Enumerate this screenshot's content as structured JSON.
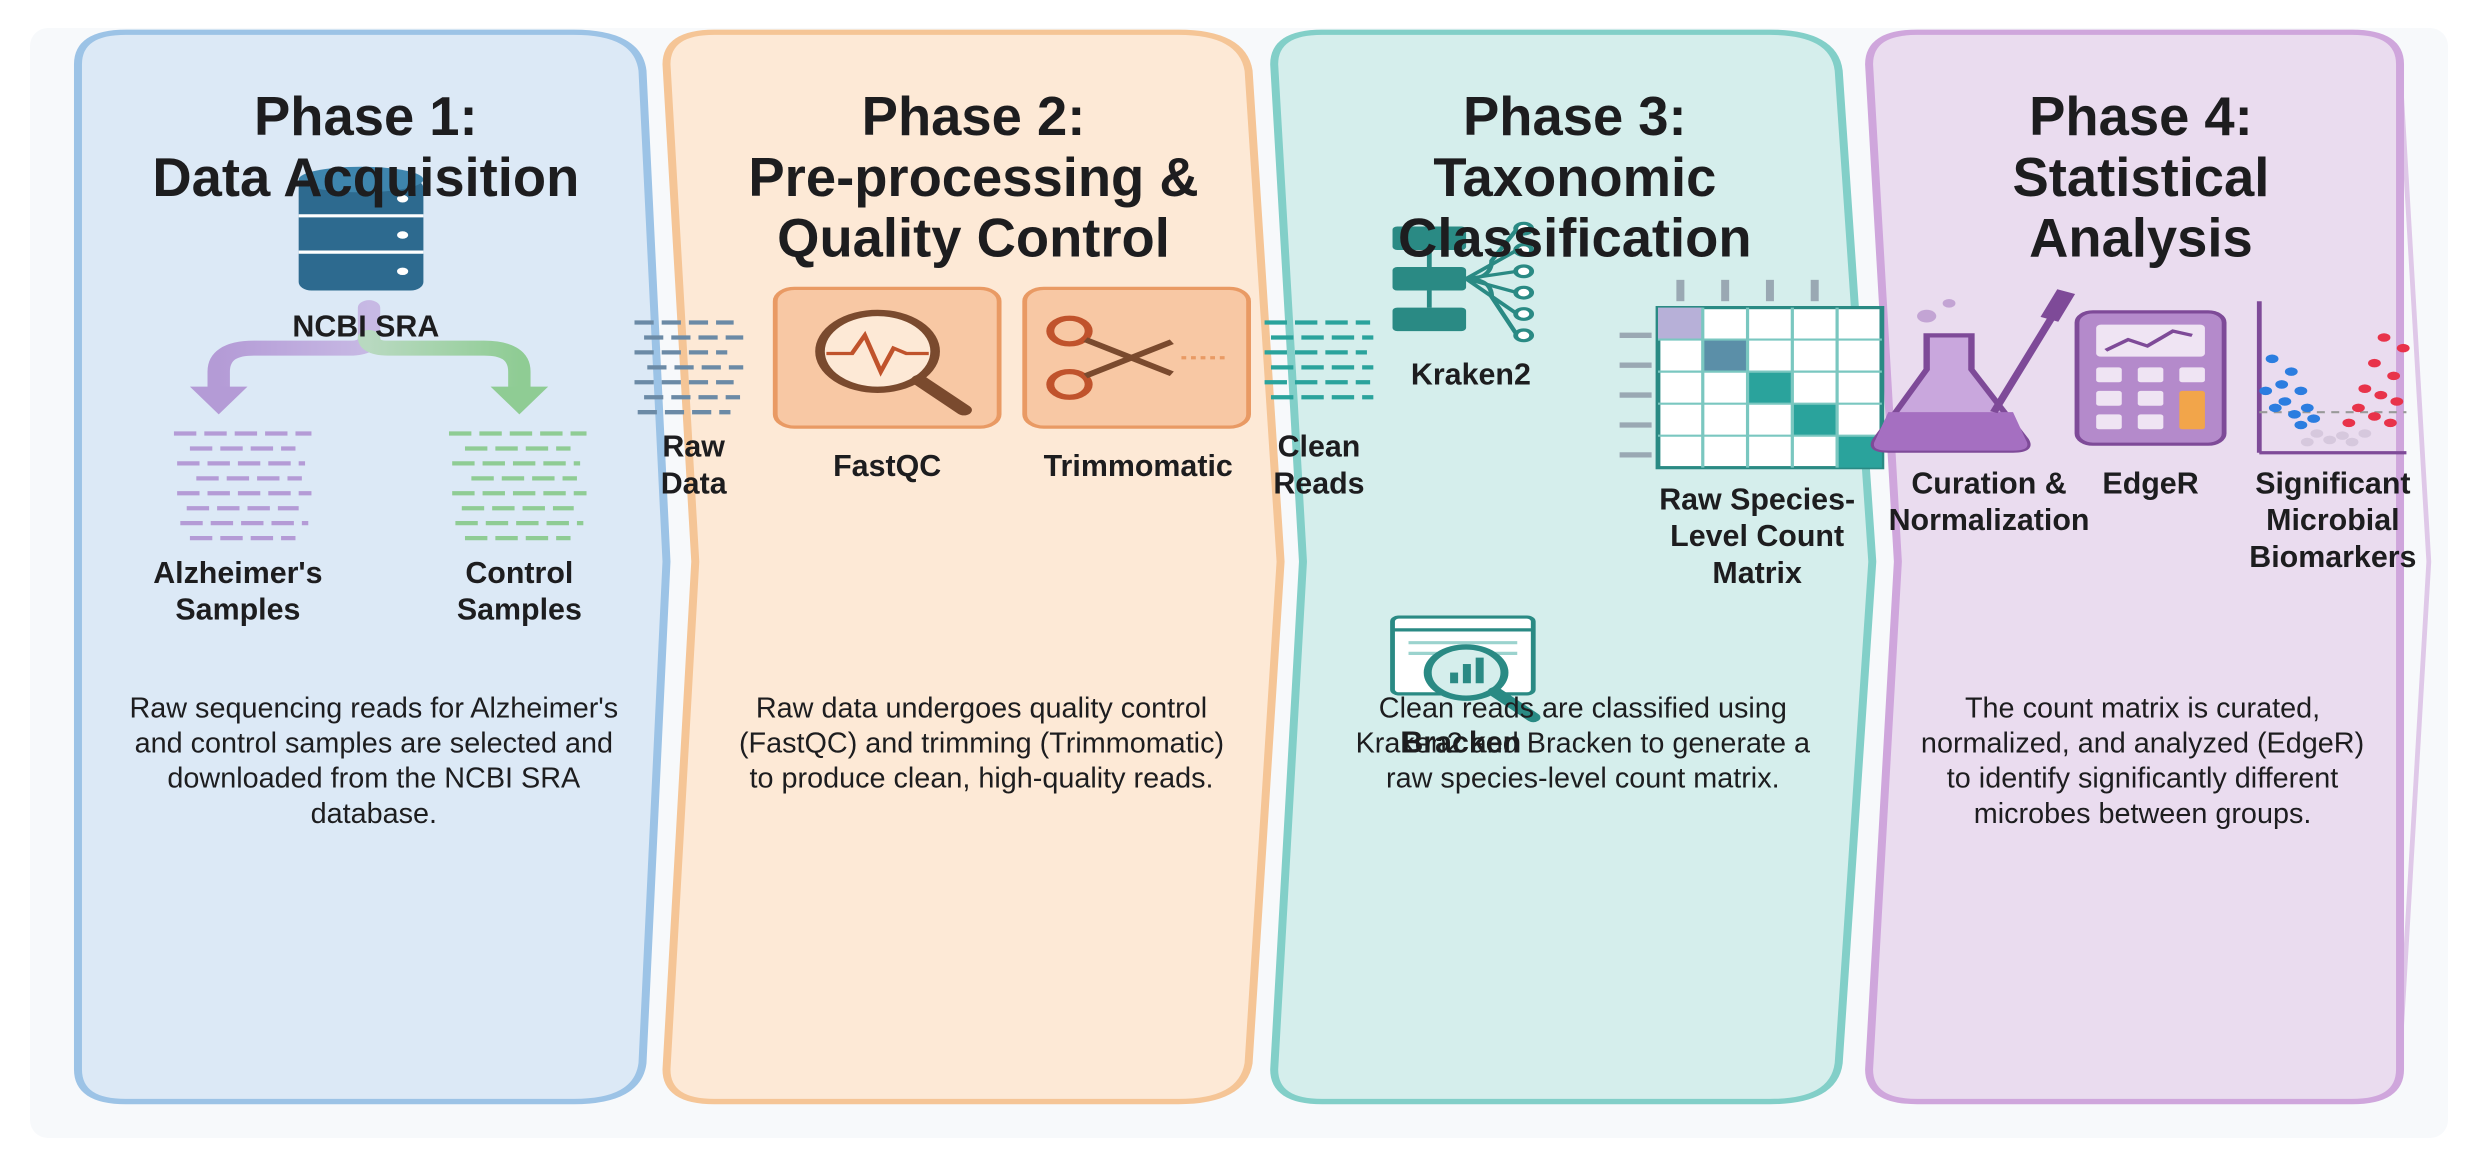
{
  "phases": [
    {
      "title_line1": "Phase 1:",
      "title_line2": "Data Acquisition",
      "title_line3": "",
      "db_label": "NCBI SRA",
      "left_label_1": "Alzheimer's",
      "left_label_2": "Samples",
      "right_label_1": "Control",
      "right_label_2": "Samples",
      "description": "Raw sequencing reads for Alzheimer's and control samples are selected and downloaded from the NCBI SRA database.",
      "color": "#dce9f6",
      "border": "#9cc3e6"
    },
    {
      "title_line1": "Phase 2:",
      "title_line2": "Pre-processing &",
      "title_line3": "Quality Control",
      "raw_label_1": "Raw",
      "raw_label_2": "Data",
      "fastqc_label": "FastQC",
      "trim_label": "Trimmomatic",
      "clean_label_1": "Clean",
      "clean_label_2": "Reads",
      "description": "Raw data undergoes quality control (FastQC) and trimming (Trimmomatic) to produce clean, high-quality reads.",
      "color": "#fde9d6",
      "border": "#f5c596"
    },
    {
      "title_line1": "Phase 3:",
      "title_line2": "Taxonomic",
      "title_line3": "Classification",
      "kraken_label": "Kraken2",
      "bracken_label": "Bracken",
      "matrix_label_1": "Raw Species-",
      "matrix_label_2": "Level Count",
      "matrix_label_3": "Matrix",
      "description": "Clean reads are classified using Kraken2 and Bracken to generate a raw species-level count matrix.",
      "color": "#d5eeec",
      "border": "#82cfc8"
    },
    {
      "title_line1": "Phase 4:",
      "title_line2": "Statistical",
      "title_line3": "Analysis",
      "curation_label_1": "Curation &",
      "curation_label_2": "Normalization",
      "edger_label": "EdgeR",
      "biomarker_label_1": "Significant",
      "biomarker_label_2": "Microbial",
      "biomarker_label_3": "Biomarkers",
      "description": "The count matrix is curated, normalized, and analyzed (EdgeR) to identify significantly different microbes between groups.",
      "color": "#eadcef",
      "border": "#cfa6dc"
    }
  ]
}
